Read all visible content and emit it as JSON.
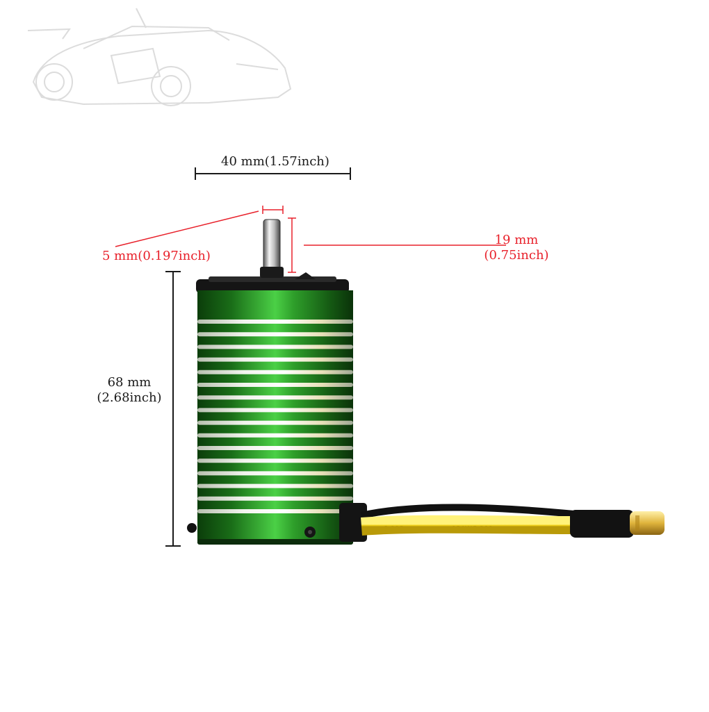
{
  "dimensions": {
    "width_label": "40 mm(1.57inch)",
    "shaft_diameter_label": "5 mm(0.197inch)",
    "shaft_length_mm": "19 mm",
    "shaft_length_in": "(0.75inch)",
    "height_mm": "68 mm",
    "height_in": "(2.68inch)"
  },
  "colors": {
    "dimension_black": "#1a1a1a",
    "dimension_red": "#e8202a",
    "motor_green": "#1f7a1c",
    "fin_silver": "#e9ece6",
    "wire_yellow": "#f2d21a",
    "connector_gold": "#d9a72c"
  }
}
